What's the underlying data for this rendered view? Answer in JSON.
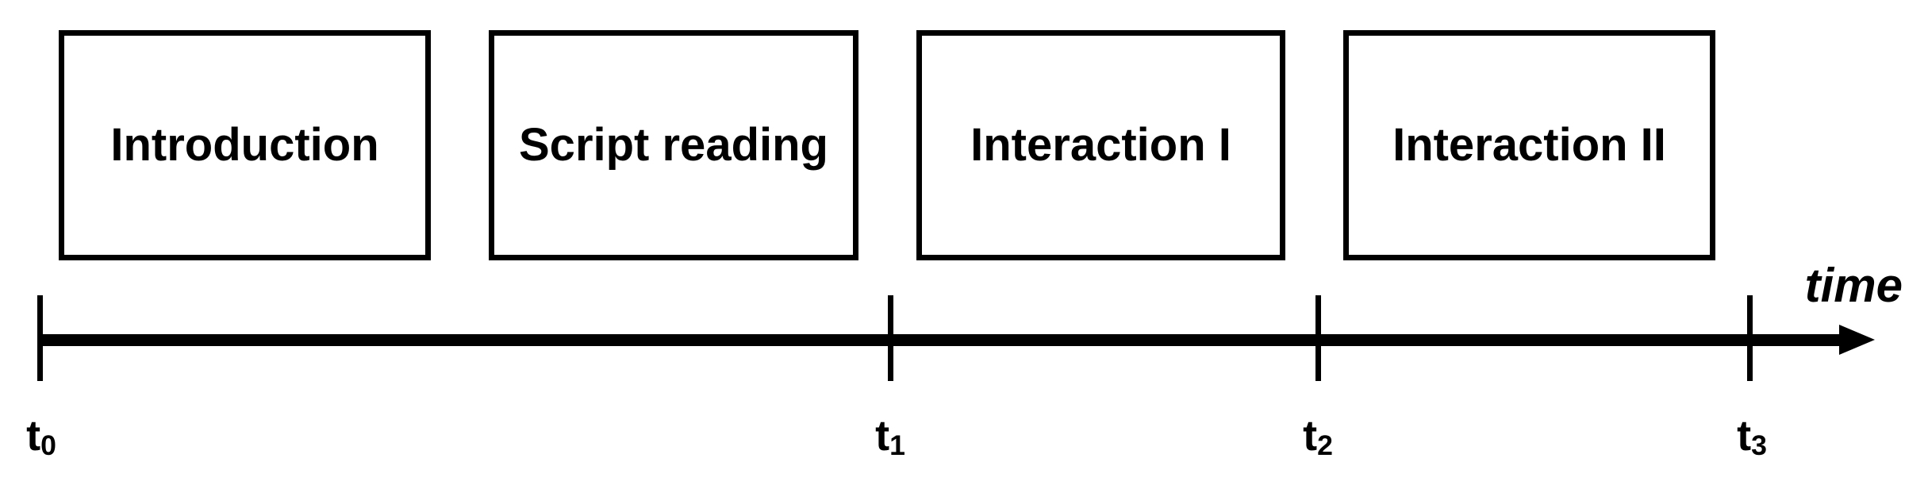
{
  "stages": [
    {
      "label": "Introduction"
    },
    {
      "label": "Script reading"
    },
    {
      "label": "Interaction I"
    },
    {
      "label": "Interaction II"
    }
  ],
  "timeline": {
    "axis_label": "time",
    "ticks": [
      {
        "base": "t",
        "sub": "0"
      },
      {
        "base": "t",
        "sub": "1"
      },
      {
        "base": "t",
        "sub": "2"
      },
      {
        "base": "t",
        "sub": "3"
      }
    ]
  },
  "colors": {
    "ink": "#000000",
    "background": "#ffffff"
  }
}
